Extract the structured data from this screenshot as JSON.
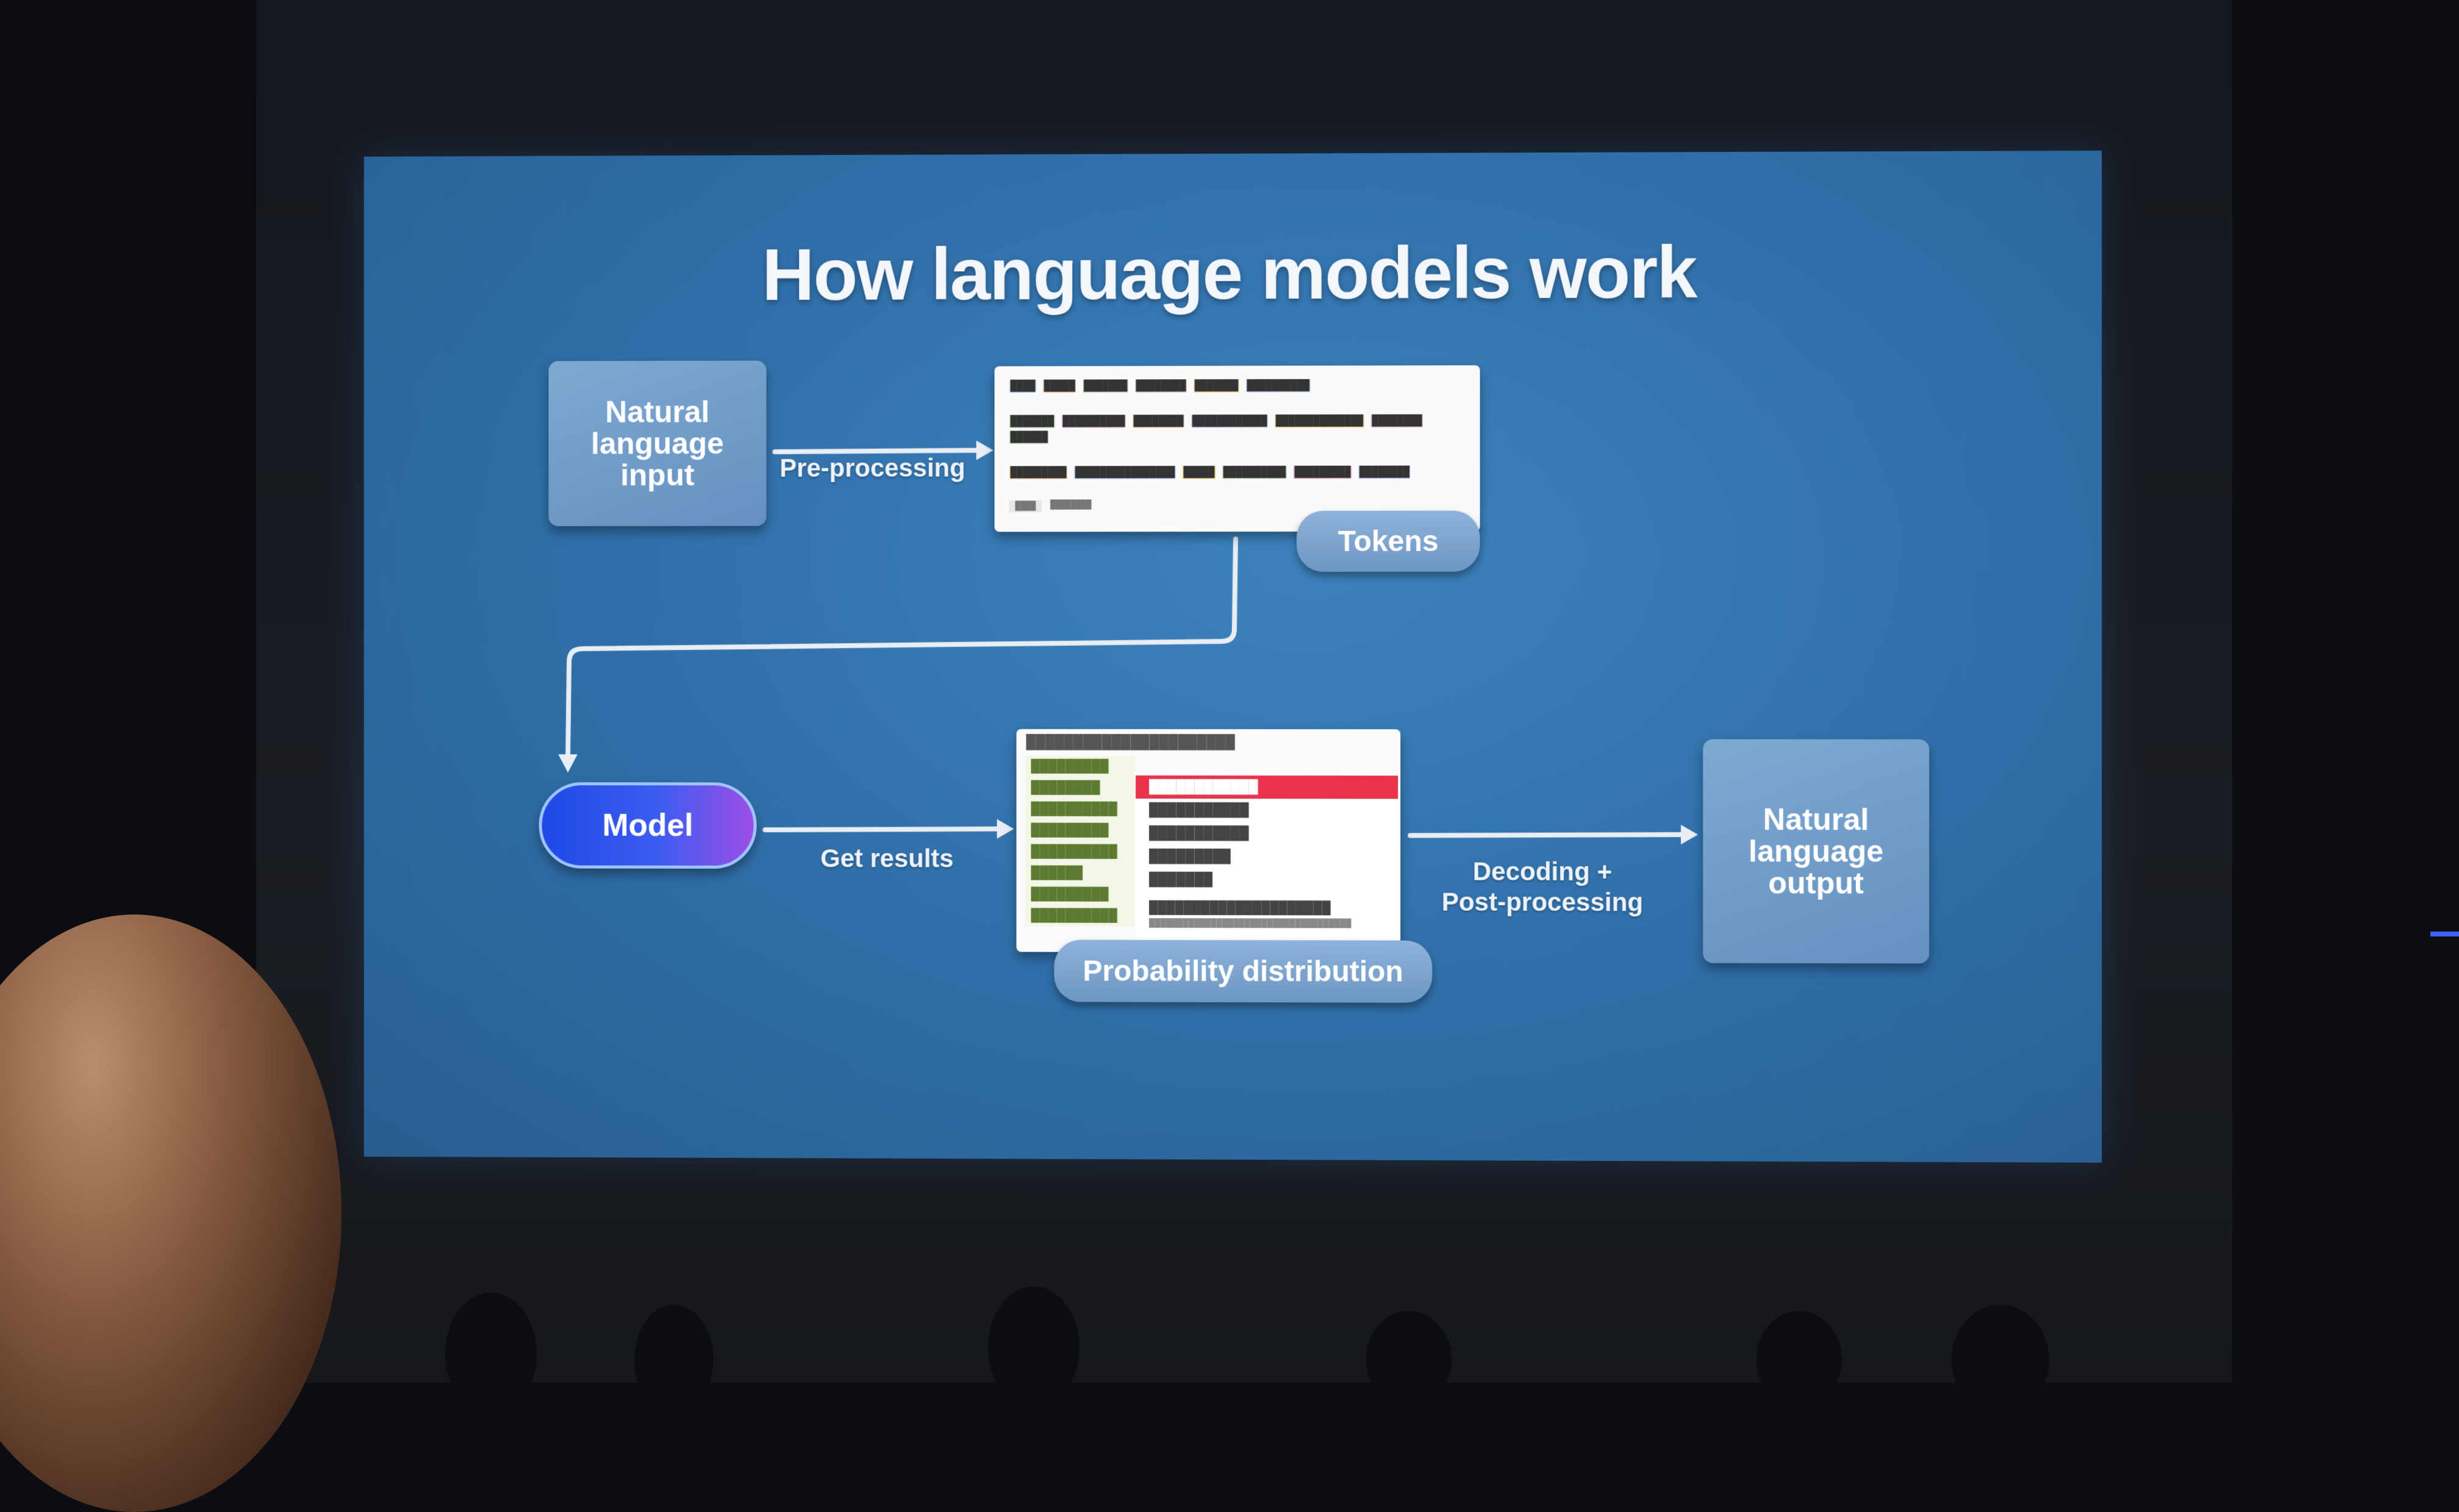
{
  "slide": {
    "title": "How language models work",
    "boxes": {
      "input": "Natural\nlanguage\ninput",
      "output": "Natural\nlanguage\noutput",
      "model": "Model"
    },
    "labels": {
      "tokens": "Tokens",
      "probability": "Probability distribution"
    },
    "arrows": {
      "preprocessing": "Pre-processing",
      "get_results": "Get results",
      "decoding": "Decoding +\nPost-processing"
    }
  },
  "colors": {
    "slide_bg": "#3577b3",
    "box": "#7aa5d0",
    "model_start": "#1e49e6",
    "model_end": "#9b4ee6",
    "selected_token": "#e8334a"
  },
  "icons": [
    "arrow-right-icon",
    "arrow-down-icon"
  ]
}
